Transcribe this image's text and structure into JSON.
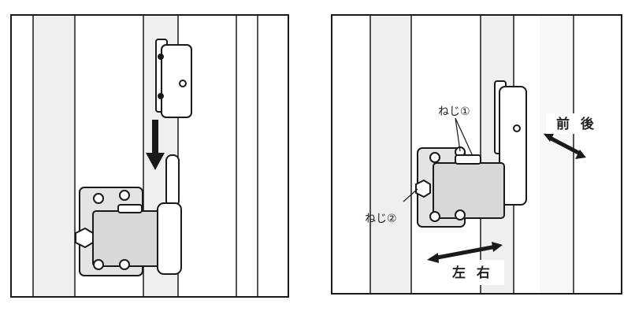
{
  "labels": {
    "screw1": "ねじ①",
    "screw2": "ねじ②",
    "front_back": "前 後",
    "left_right": "左 右"
  },
  "colors": {
    "line": "#1a1a1a",
    "strip": "#efefef",
    "metal": "#e4e4e4"
  }
}
